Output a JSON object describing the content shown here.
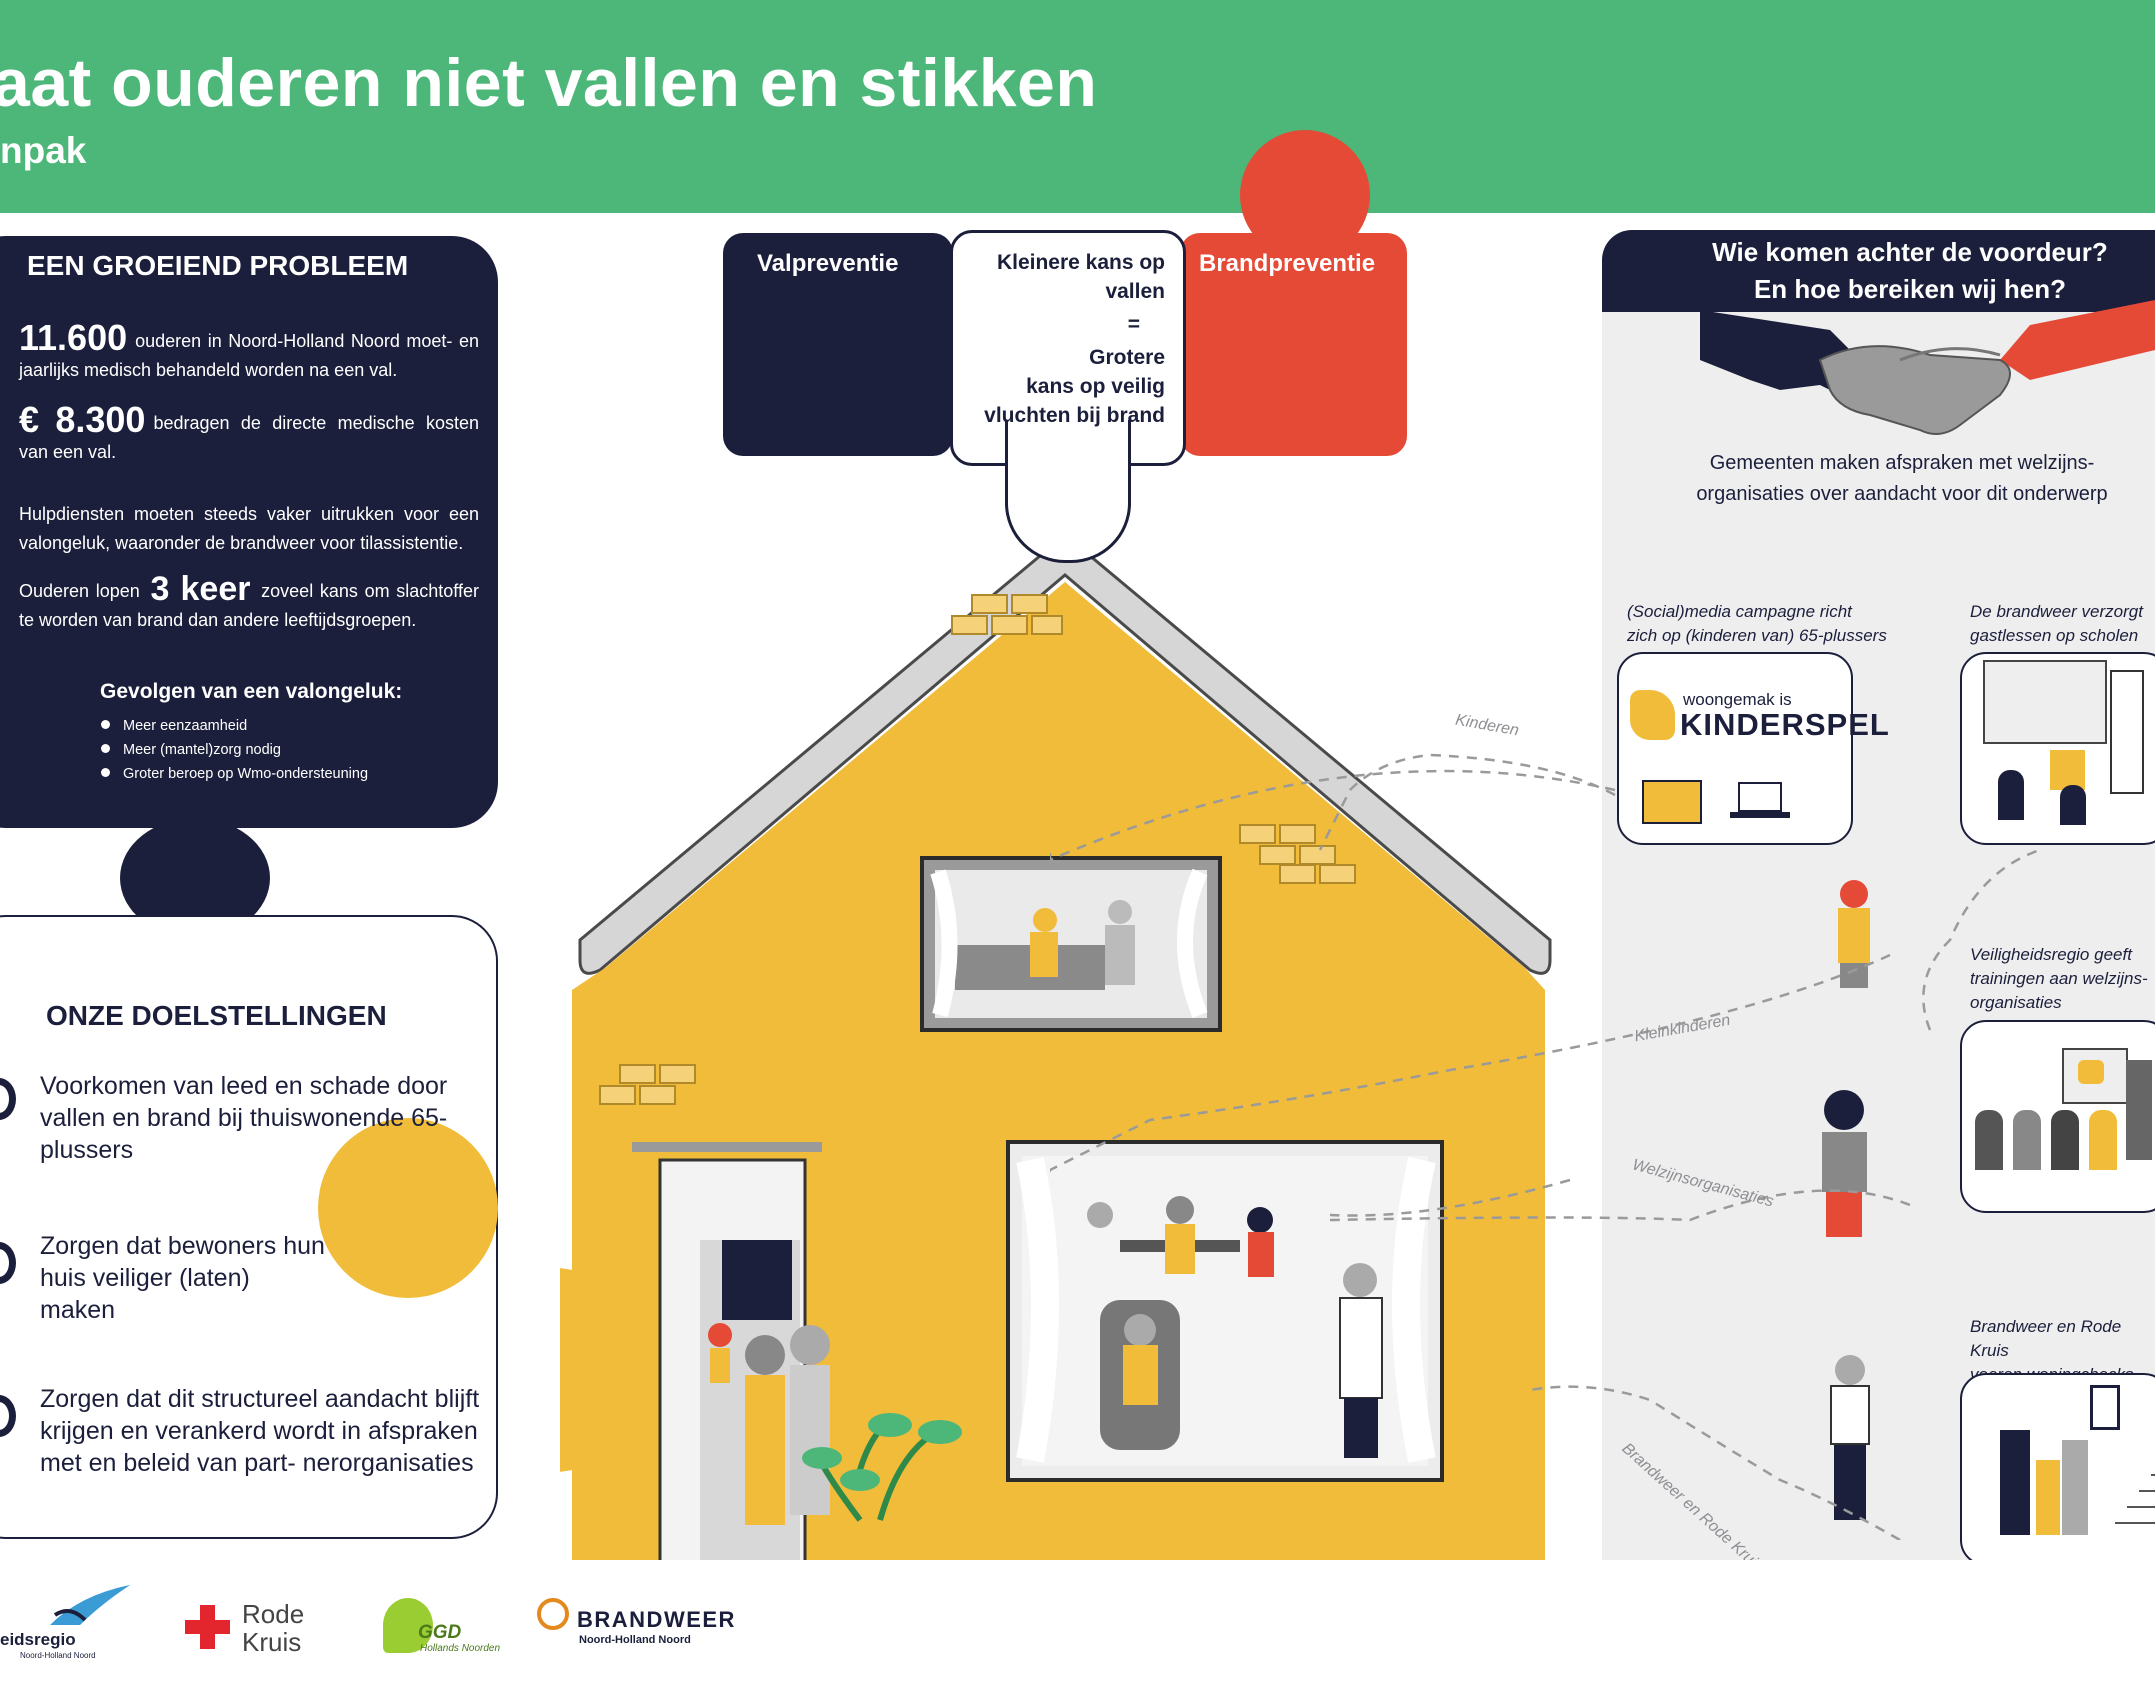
{
  "header": {
    "title": "aat ouderen niet vallen en stikken",
    "subtitle": "npak"
  },
  "problem": {
    "heading": "EEN GROEIEND PROBLEEM",
    "stat1_value": "11.600",
    "stat1_text": "ouderen in Noord-Holland Noord moet- en jaarlijks medisch behandeld worden na een val.",
    "stat2_value": "€ 8.300",
    "stat2_text": "bedragen de directe medische kosten van een val.",
    "paragraph1": "Hulpdiensten moeten steeds vaker uitrukken voor een valongeluk, waaronder de brandweer voor tilassistentie.",
    "para2_before": "Ouderen lopen",
    "para2_value": "3 keer",
    "para2_after": "zoveel kans om slachtoffer te worden van brand dan andere leeftijdsgroepen.",
    "consequences_heading": "Gevolgen van een valongeluk:",
    "consequences": [
      "Meer eenzaamheid",
      "Meer (mantel)zorg nodig",
      "Groter beroep op Wmo-ondersteuning"
    ]
  },
  "goals": {
    "heading": "ONZE DOELSTELLINGEN",
    "items": [
      "Voorkomen van leed en schade door vallen en brand bij thuiswonende 65-plussers",
      "Zorgen dat bewoners hun huis veiliger (laten) maken",
      "Zorgen dat dit structureel aandacht blijft krijgen en verankerd wordt in afspraken met en beleid van part- nerorganisaties"
    ]
  },
  "puzzle": {
    "left_label": "Valpreventie",
    "center_line1": "Kleinere kans op",
    "center_line2": "vallen",
    "center_eq": "=",
    "center_line3": "Grotere",
    "center_line4": "kans op veilig",
    "center_line5": "vluchten bij brand",
    "right_label": "Brandpreventie"
  },
  "right": {
    "heading_line1": "Wie komen achter de voordeur?",
    "heading_line2": "En hoe bereiken wij hen?",
    "intro_line1": "Gemeenten maken afspraken met welzijns-",
    "intro_line2": "organisaties over aandacht voor dit onderwerp",
    "cap_media_1": "(Social)media campagne richt",
    "cap_media_2": "zich op (kinderen van) 65-plussers",
    "campaign_top": "woongemak is",
    "campaign_bottom": "KINDERSPEL",
    "cap_school_1": "De brandweer verzorgt",
    "cap_school_2": "gastlessen op scholen",
    "cap_training_1": "Veiligheidsregio geeft",
    "cap_training_2": "trainingen aan welzijns-",
    "cap_training_3": "organisaties",
    "cap_checks_1": "Brandweer en Rode Kruis",
    "cap_checks_2": "voeren woningchecks uit"
  },
  "paths": {
    "kinderen": "Kinderen",
    "kleinkinderen": "Kleinkinderen",
    "welzijn": "Welzijnsorganisaties",
    "brandweer": "Brandweer en Rode Kruis"
  },
  "footer": {
    "logo1": "eidsregio",
    "logo1_sub": "Noord-Holland Noord",
    "logo2_line1": "Rode",
    "logo2_line2": "Kruis",
    "logo3": "GGD",
    "logo3_sub": "Hollands Noorden",
    "logo4": "BRANDWEER",
    "logo4_sub": "Noord-Holland Noord"
  },
  "colors": {
    "green": "#4db77a",
    "navy": "#1b1f3b",
    "red": "#e44a36",
    "yellow": "#f0bc3a",
    "panel_grey": "#eeeeef"
  }
}
